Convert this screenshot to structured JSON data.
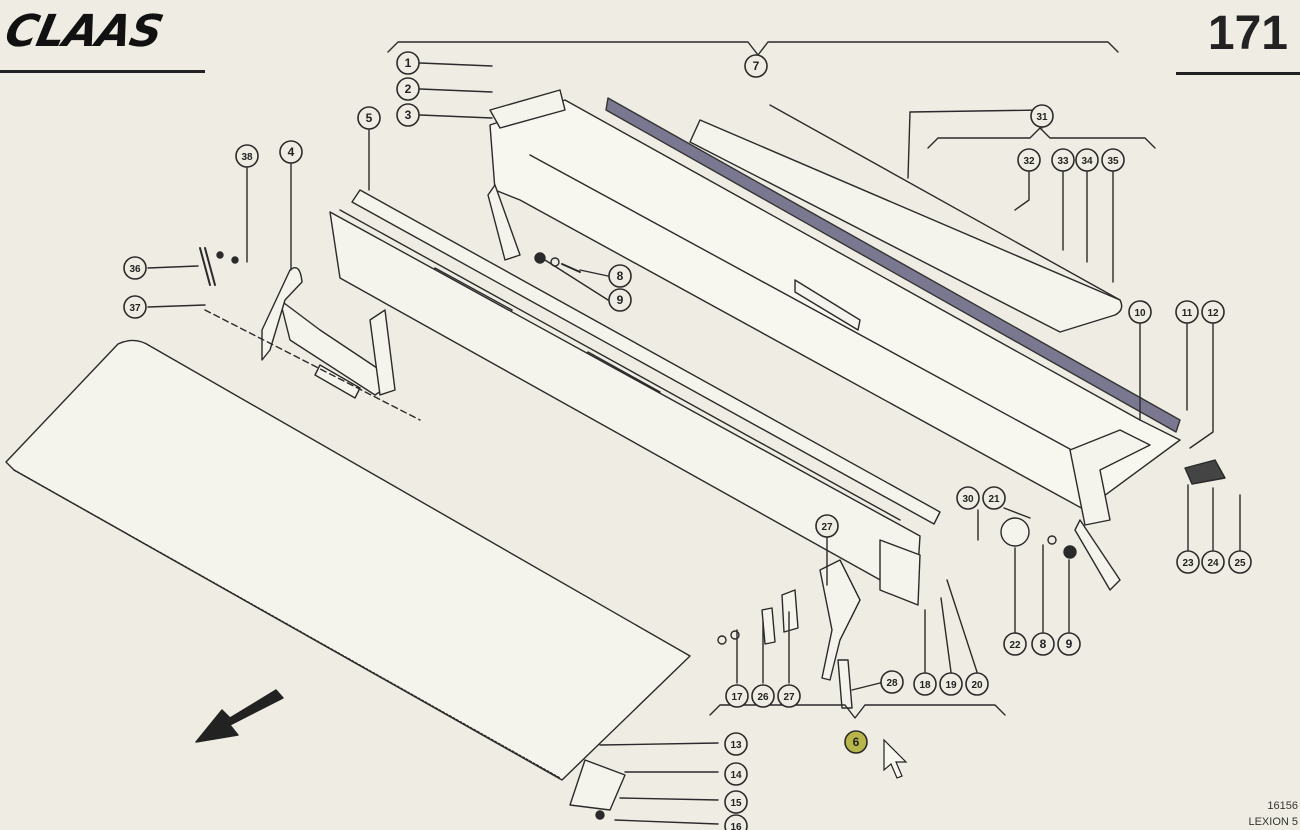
{
  "header": {
    "brand": "CLAAS",
    "page_number": "171"
  },
  "footer": {
    "code": "16156",
    "model": "LEXION 5"
  },
  "callouts": [
    {
      "label": "1"
    },
    {
      "label": "2"
    },
    {
      "label": "3"
    },
    {
      "label": "5"
    },
    {
      "label": "7"
    },
    {
      "label": "38"
    },
    {
      "label": "4"
    },
    {
      "label": "36"
    },
    {
      "label": "37"
    },
    {
      "label": "8"
    },
    {
      "label": "9"
    },
    {
      "label": "31"
    },
    {
      "label": "32"
    },
    {
      "label": "33"
    },
    {
      "label": "34"
    },
    {
      "label": "35"
    },
    {
      "label": "10"
    },
    {
      "label": "11"
    },
    {
      "label": "12"
    },
    {
      "label": "30"
    },
    {
      "label": "21"
    },
    {
      "label": "23"
    },
    {
      "label": "24"
    },
    {
      "label": "25"
    },
    {
      "label": "22"
    },
    {
      "label": "8"
    },
    {
      "label": "9"
    },
    {
      "label": "27"
    },
    {
      "label": "17"
    },
    {
      "label": "26"
    },
    {
      "label": "27"
    },
    {
      "label": "28"
    },
    {
      "label": "18"
    },
    {
      "label": "19"
    },
    {
      "label": "20"
    },
    {
      "label": "6",
      "highlight": true
    },
    {
      "label": "13"
    },
    {
      "label": "14"
    },
    {
      "label": "15"
    },
    {
      "label": "16"
    }
  ],
  "colors": {
    "background": "#efede3",
    "line": "#2a2a2a",
    "highlight": "#b8b64a",
    "rail": "#7a7890"
  }
}
